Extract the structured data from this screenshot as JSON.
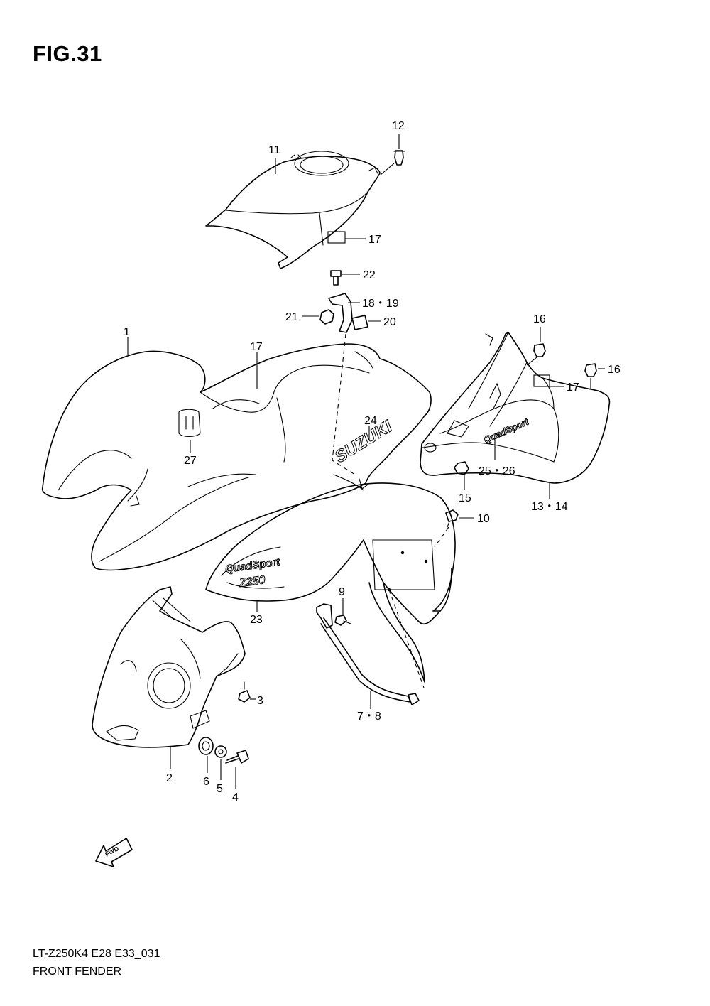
{
  "figure": {
    "label": "FIG.31"
  },
  "footer": {
    "model_code": "LT-Z250K4 E28 E33_031",
    "section_name": "FRONT FENDER"
  },
  "decals": {
    "brand": "SUZUKI",
    "side_logo": "QuadSport",
    "side_logo_model": "Z250",
    "small_logo": "QuadSport",
    "fwd_arrow": "FWD"
  },
  "callouts": [
    {
      "id": "c1",
      "label": "1"
    },
    {
      "id": "c2",
      "label": "2"
    },
    {
      "id": "c3",
      "label": "3"
    },
    {
      "id": "c4",
      "label": "4"
    },
    {
      "id": "c5",
      "label": "5"
    },
    {
      "id": "c6",
      "label": "6"
    },
    {
      "id": "c78",
      "label": "7・8"
    },
    {
      "id": "c9",
      "label": "9"
    },
    {
      "id": "c10",
      "label": "10"
    },
    {
      "id": "c11",
      "label": "11"
    },
    {
      "id": "c12",
      "label": "12"
    },
    {
      "id": "c1314",
      "label": "13・14"
    },
    {
      "id": "c15",
      "label": "15"
    },
    {
      "id": "c16a",
      "label": "16"
    },
    {
      "id": "c16b",
      "label": "16"
    },
    {
      "id": "c17a",
      "label": "17"
    },
    {
      "id": "c17b",
      "label": "17"
    },
    {
      "id": "c17c",
      "label": "17"
    },
    {
      "id": "c1819",
      "label": "18・19"
    },
    {
      "id": "c20",
      "label": "20"
    },
    {
      "id": "c21",
      "label": "21"
    },
    {
      "id": "c22",
      "label": "22"
    },
    {
      "id": "c23",
      "label": "23"
    },
    {
      "id": "c24",
      "label": "24"
    },
    {
      "id": "c2526",
      "label": "25・26"
    },
    {
      "id": "c27",
      "label": "27"
    }
  ]
}
